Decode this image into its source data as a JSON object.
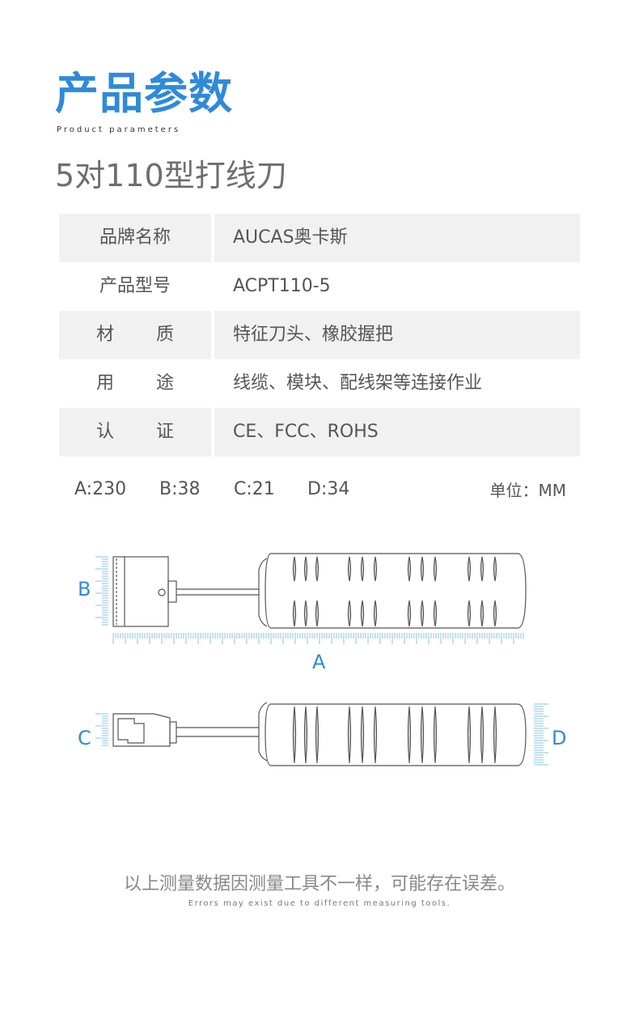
{
  "header": {
    "title": "产品参数",
    "subtitle": "Product parameters",
    "product_name": "5对110型打线刀"
  },
  "specs": [
    {
      "label": "品牌名称",
      "value": "AUCAS奥卡斯"
    },
    {
      "label": "产品型号",
      "value": "ACPT110-5"
    },
    {
      "label_chars": [
        "材",
        "质"
      ],
      "value": "特征刀头、橡胶握把"
    },
    {
      "label_chars": [
        "用",
        "途"
      ],
      "value": "线缆、模块、配线架等连接作业"
    },
    {
      "label_chars": [
        "认",
        "证"
      ],
      "value": "CE、FCC、ROHS"
    }
  ],
  "dimensions": {
    "a": "A:230",
    "b": "B:38",
    "c": "C:21",
    "d": "D:34",
    "unit": "单位：MM"
  },
  "diagram_labels": {
    "a": "A",
    "b": "B",
    "c": "C",
    "d": "D"
  },
  "colors": {
    "accent": "#2f8ad9",
    "ruler": "#8dc0ea"
  },
  "footer": {
    "note_cn": "以上测量数据因测量工具不一样，可能存在误差。",
    "note_en": "Errors may exist due to different measuring tools."
  }
}
